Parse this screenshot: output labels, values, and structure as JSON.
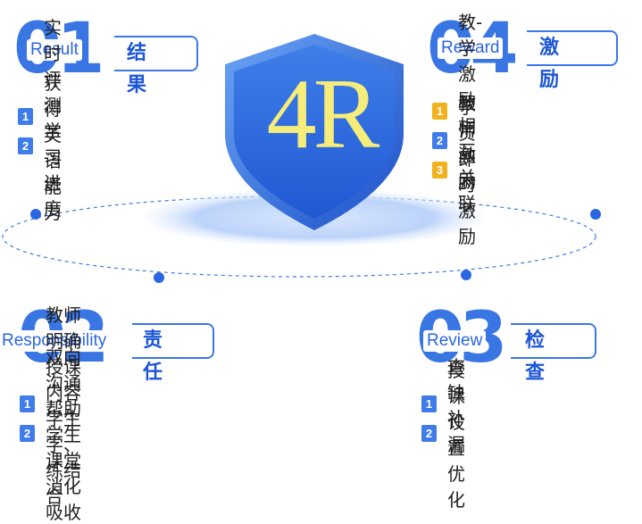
{
  "center": {
    "label": "4R"
  },
  "sections": {
    "result": {
      "number": "01",
      "english": "Result",
      "title": "结果",
      "items": [
        {
          "index": "1",
          "text": "实时评测学习进度"
        },
        {
          "index": "2",
          "text": "获得英语能力"
        }
      ]
    },
    "reward": {
      "number": "04",
      "english": "Reward",
      "title": "激励",
      "items": [
        {
          "index": "1",
          "text": "教-学激励相互关联"
        },
        {
          "index": "2",
          "text": "教师激励"
        },
        {
          "index": "3",
          "text": "学员即时激励"
        }
      ]
    },
    "responsibility": {
      "number": "02",
      "english": "Responsibility",
      "title": "责任",
      "items": [
        {
          "index": "1",
          "text": "教师明确授课内容 学生学、练结合"
        },
        {
          "index": "2",
          "text": "双向沟通 帮助学生课堂消化吸收"
        }
      ]
    },
    "review": {
      "number": "03",
      "english": "Review",
      "title": "检查",
      "items": [
        {
          "index": "1",
          "text": "查缺补漏"
        },
        {
          "index": "2",
          "text": "授课设置优化"
        }
      ]
    }
  },
  "colors": {
    "primary": "#2f6fe3",
    "shield_light": "#5a95f0",
    "shield_dark": "#1c55cf",
    "center_text": "#f5ec7a",
    "badge_gold": "#f0b21e"
  }
}
